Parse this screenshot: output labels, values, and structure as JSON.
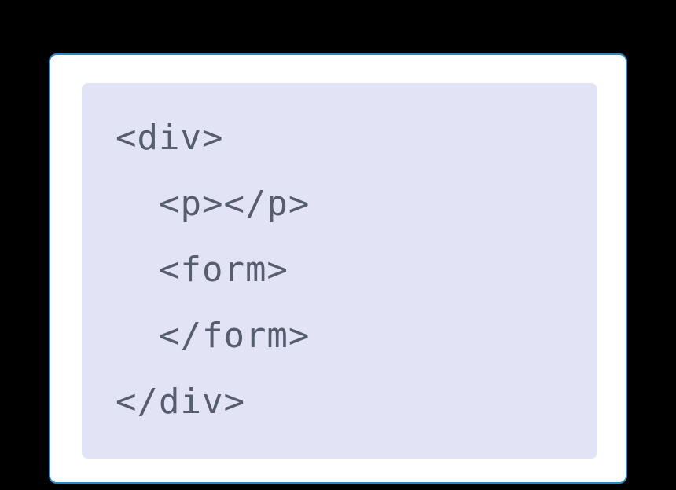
{
  "code": {
    "lines": [
      "<div>",
      "  <p></p>",
      "  <form>",
      "  </form>",
      "</div>"
    ]
  },
  "colors": {
    "page_background": "#000000",
    "card_background": "#ffffff",
    "card_border": "#2e86c1",
    "code_background": "#e3e3f6",
    "code_text": "#575c6e"
  }
}
